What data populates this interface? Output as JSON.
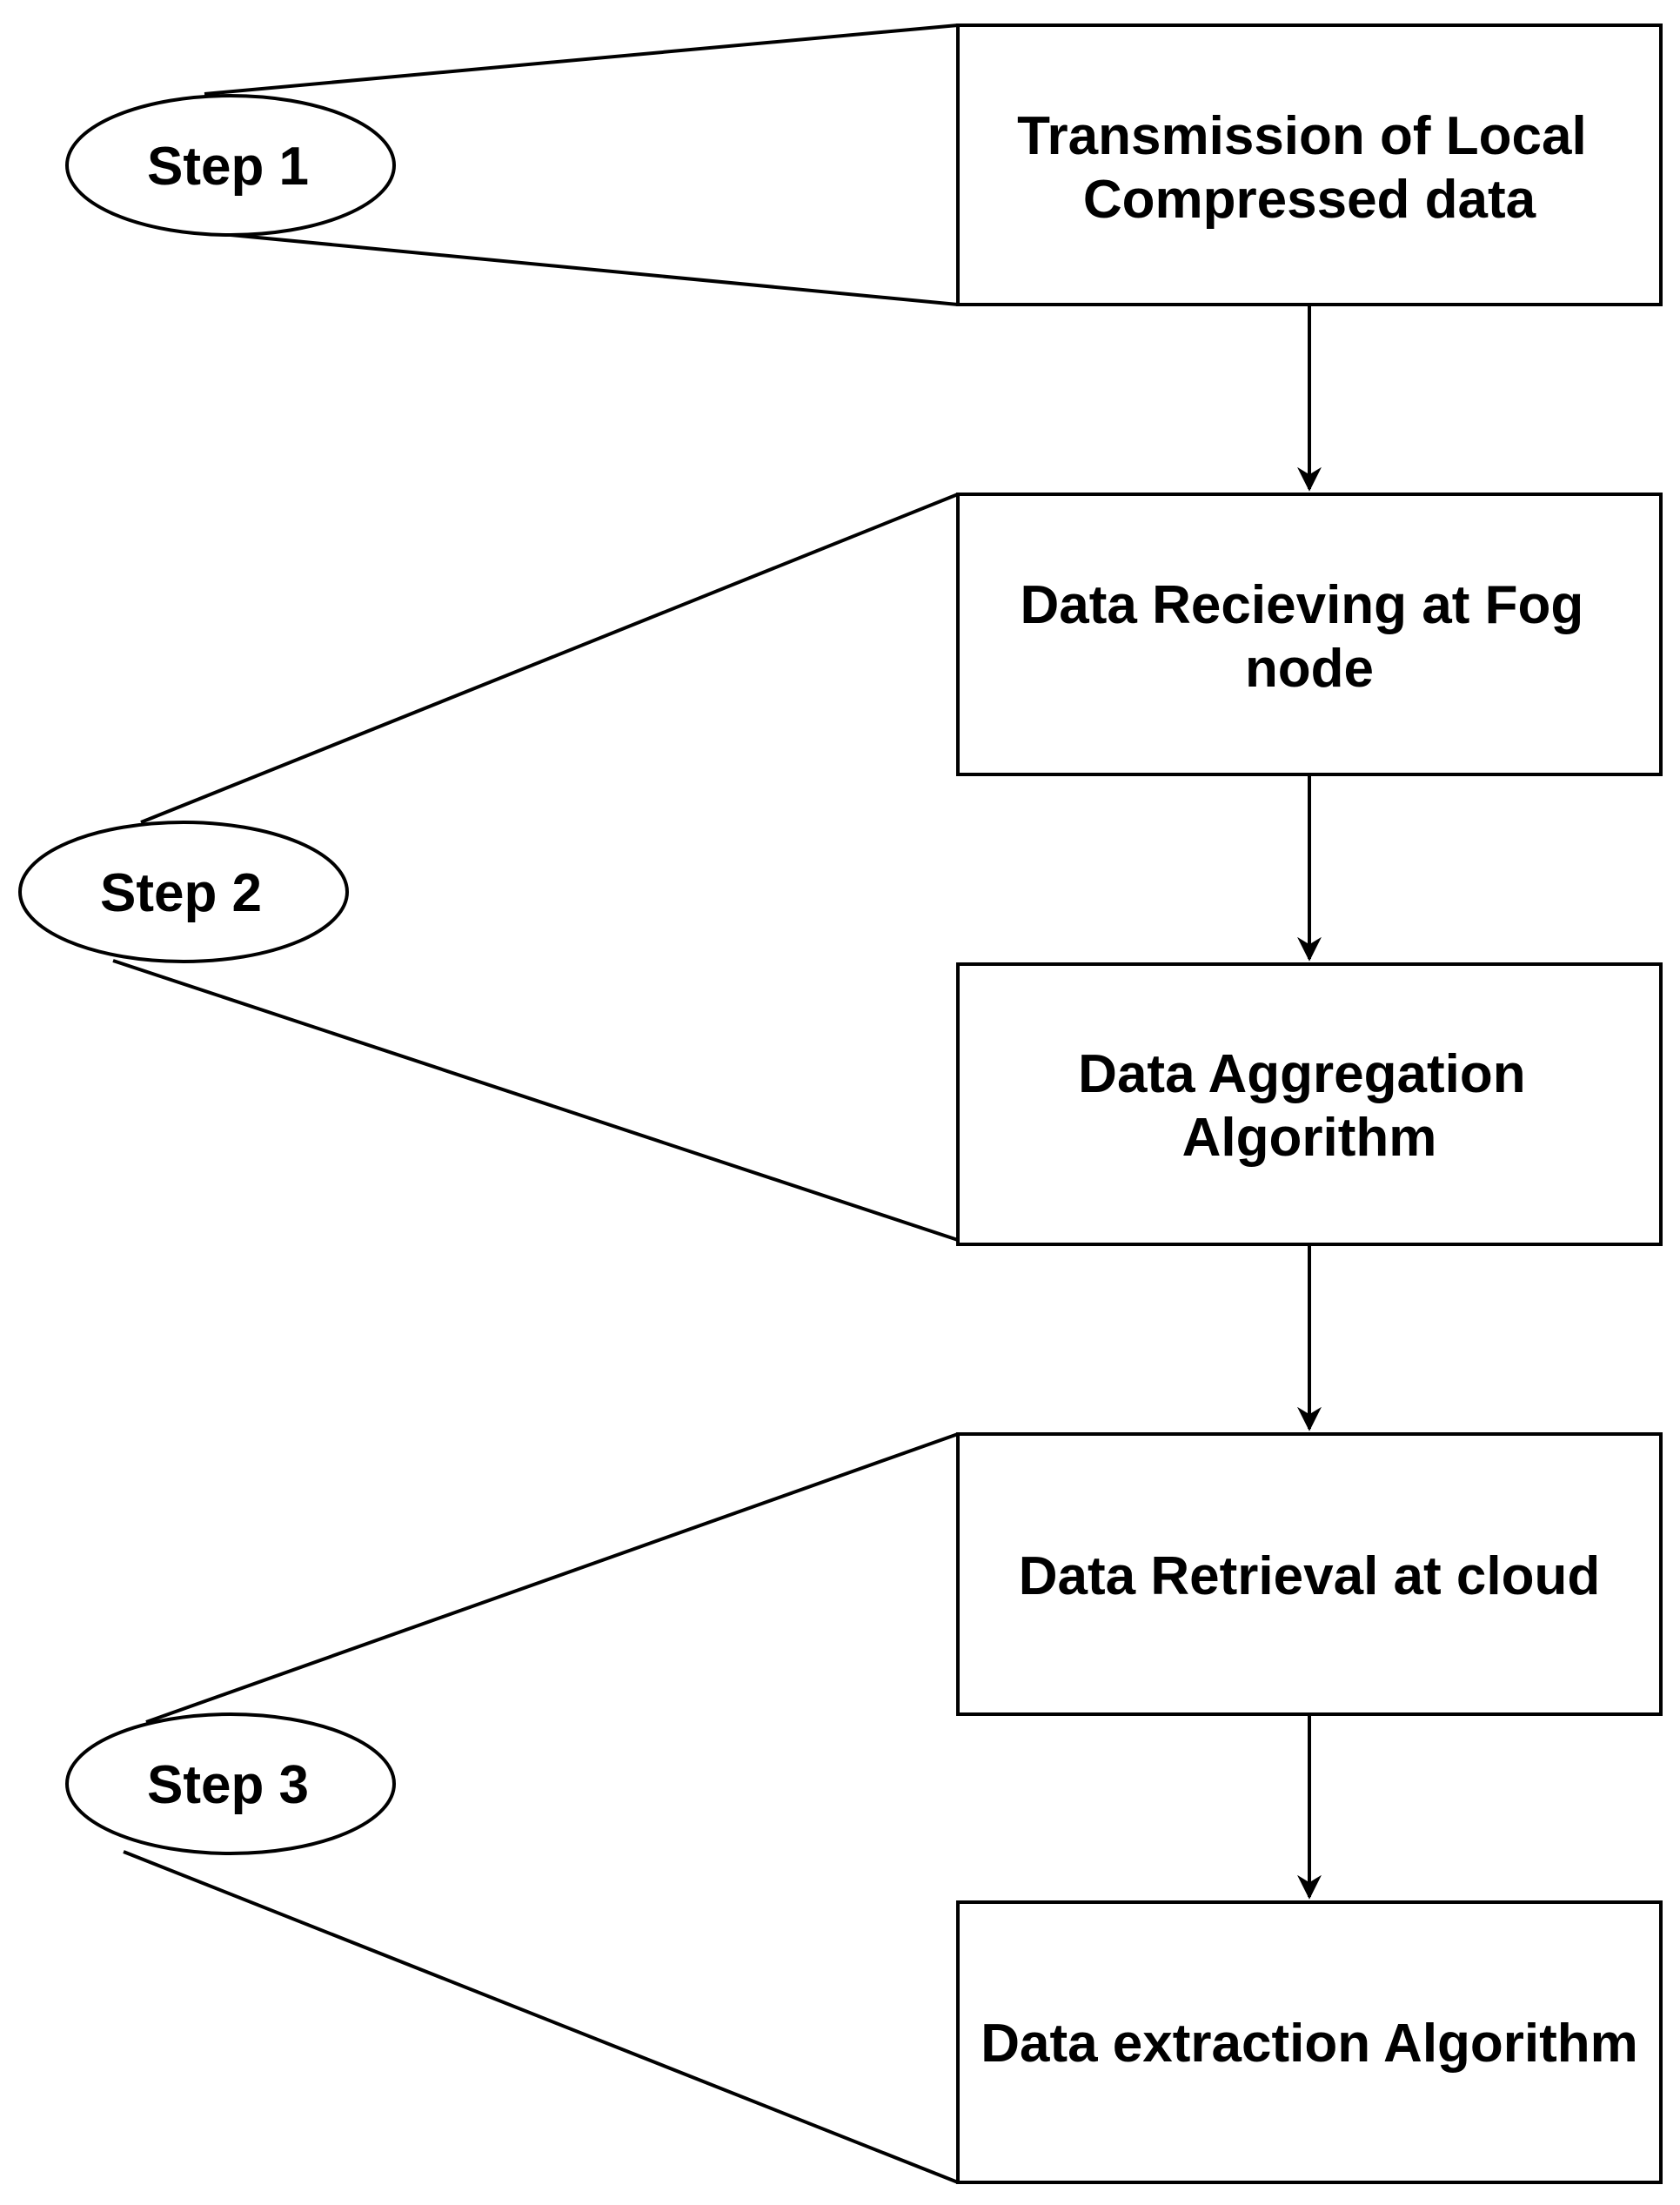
{
  "diagram": {
    "steps": [
      {
        "label": "Step 1"
      },
      {
        "label": "Step 2"
      },
      {
        "label": "Step 3"
      }
    ],
    "boxes": [
      {
        "lines": [
          "Transmission of Local",
          "Compressed data"
        ]
      },
      {
        "lines": [
          "Data Recieving at  Fog",
          "node"
        ]
      },
      {
        "lines": [
          "Data Aggregation",
          "Algorithm"
        ]
      },
      {
        "lines": [
          "Data Retrieval at cloud"
        ]
      },
      {
        "lines": [
          "Data extraction Algorithm"
        ]
      }
    ],
    "colors": {
      "stroke": "#000000",
      "fill": "#ffffff",
      "text": "#000000"
    }
  }
}
